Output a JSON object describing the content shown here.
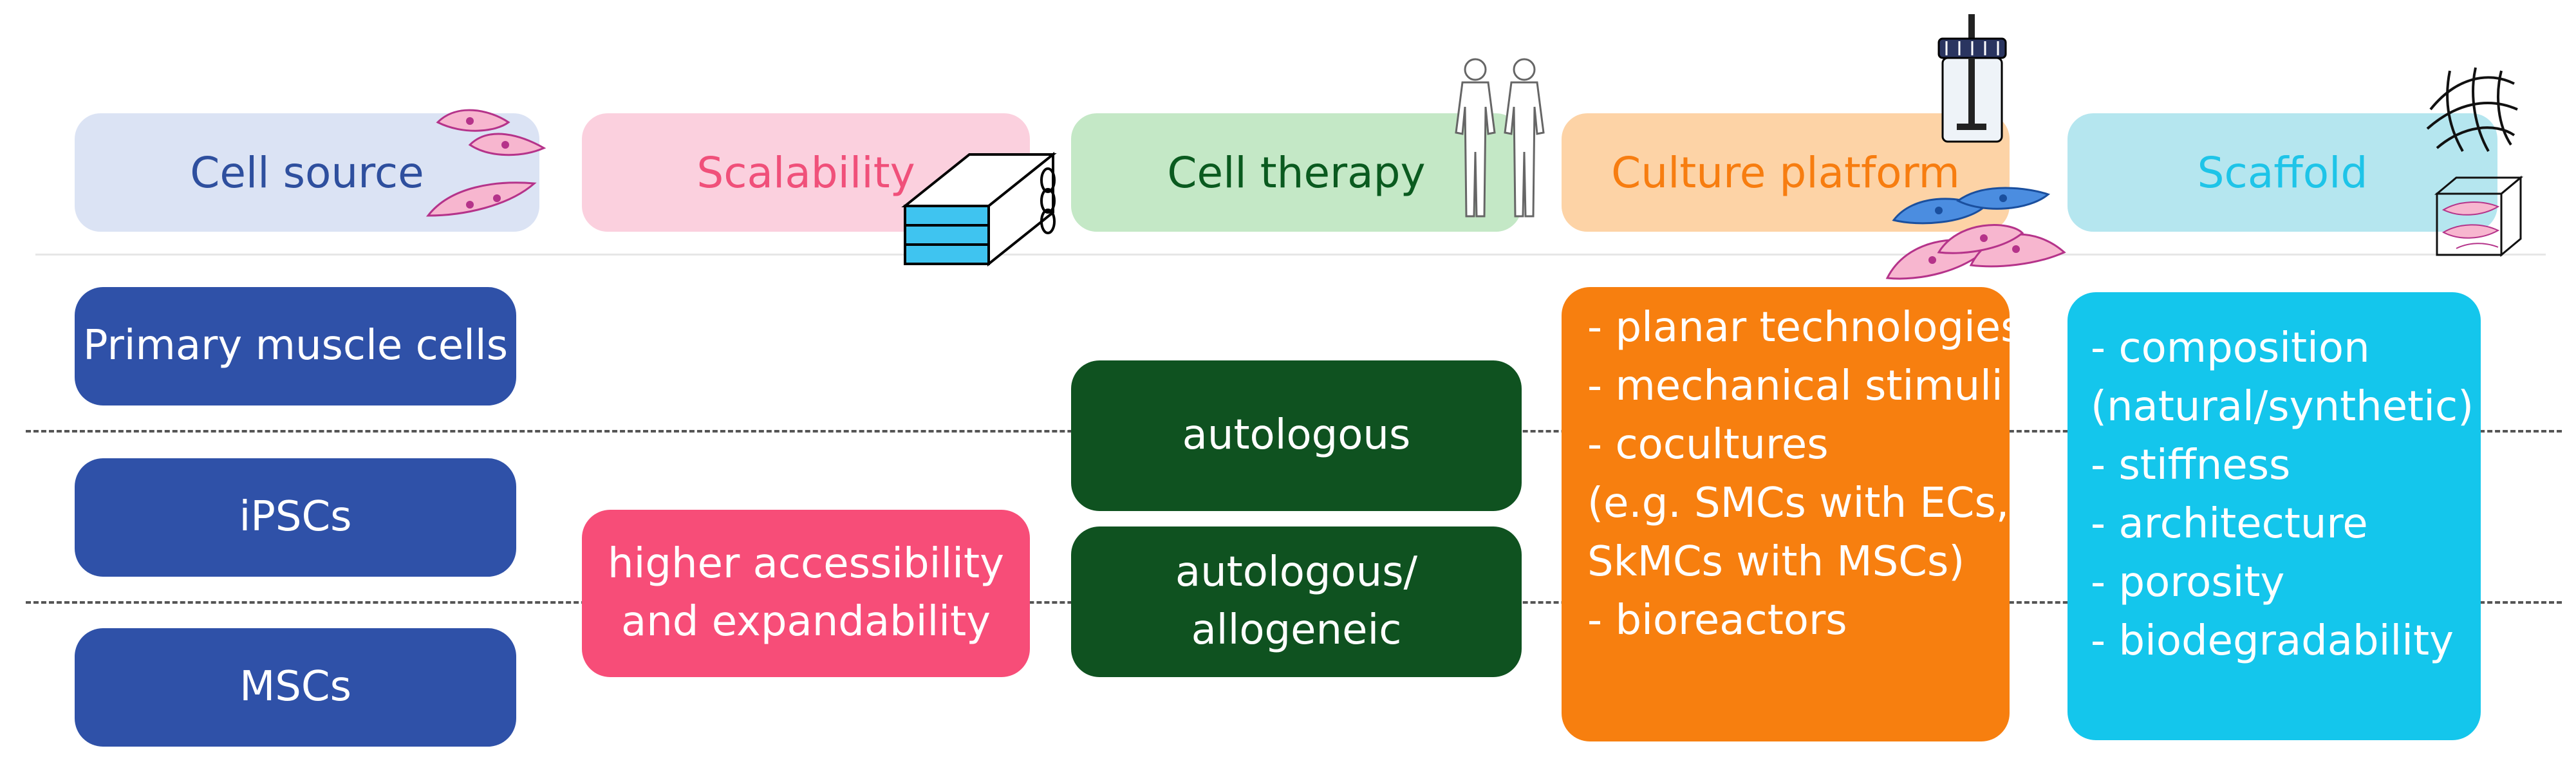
{
  "headers": {
    "cell_source": "Cell source",
    "scalability": "Scalability",
    "cell_therapy": "Cell therapy",
    "culture_platform": "Culture platform",
    "scaffold": "Scaffold"
  },
  "cell_source": {
    "primary": "Primary muscle cells",
    "ipscs": "iPSCs",
    "mscs": "MSCs"
  },
  "scalability": {
    "line1": "higher accessibility",
    "line2": "and expandability"
  },
  "cell_therapy": {
    "autologous": "autologous",
    "allo_line1": "autologous/",
    "allo_line2": "allogeneic"
  },
  "culture_platform": {
    "items": [
      "- planar technologies",
      "- mechanical stimuli",
      "- cocultures",
      "(e.g. SMCs with ECs,",
      "SkMCs with MSCs)",
      "- bioreactors"
    ]
  },
  "scaffold": {
    "items": [
      "- composition",
      "(natural/synthetic)",
      "- stiffness",
      "- architecture",
      "- porosity",
      "- biodegradability"
    ]
  },
  "colors": {
    "cell_source_header_bg": "#dbe3f4",
    "cell_source_text": "#2e4f9e",
    "scalability_header_bg": "#fbd0de",
    "scalability_text": "#f0507a",
    "cell_therapy_header_bg": "#c4e8c6",
    "cell_therapy_text": "#0a5a1f",
    "culture_header_bg": "#fdd3a6",
    "culture_text": "#f77d10",
    "scaffold_header_bg": "#b5e6ef",
    "scaffold_text": "#1ec4e8",
    "box_blue": "#2f51a8",
    "box_pink": "#f74d78",
    "box_green": "#0f5220",
    "box_orange": "#f77f0f",
    "box_cyan": "#14c6ec"
  },
  "icons": [
    "cells-icon",
    "stacked-flasks-icon",
    "human-figures-icon",
    "bioreactor-jar-icon",
    "cells-cluster-icon",
    "mesh-icon",
    "scaffold-cube-icon"
  ]
}
